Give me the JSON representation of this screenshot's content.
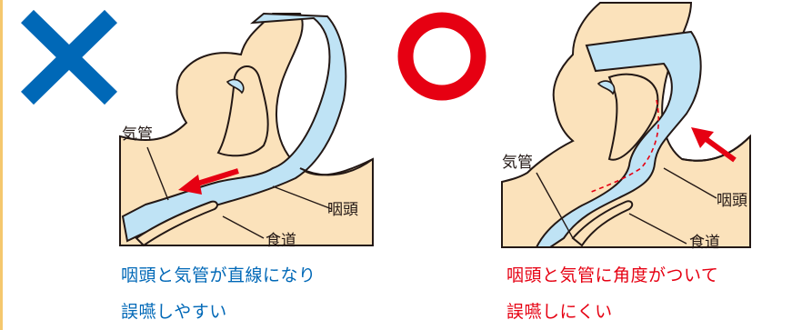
{
  "colors": {
    "skin": "#fbe2bb",
    "airway": "#bfe3f5",
    "outline": "#231815",
    "arrow": "#e60012",
    "cross": "#0068b7",
    "circle": "#e60012",
    "caption_bad": "#0068b7",
    "caption_good": "#e60012",
    "rule": "#f5c86e"
  },
  "left_panel": {
    "symbol": "cross-mark",
    "labels": {
      "trachea": "気管",
      "pharynx": "咽頭",
      "esophagus": "食道"
    },
    "caption_line1": "咽頭と気管が直線になり",
    "caption_line2": "誤嚥しやすい"
  },
  "right_panel": {
    "symbol": "circle-mark",
    "labels": {
      "trachea": "気管",
      "pharynx": "咽頭",
      "esophagus": "食道"
    },
    "caption_line1": "咽頭と気管に角度がついて",
    "caption_line2": "誤嚥しにくい"
  }
}
